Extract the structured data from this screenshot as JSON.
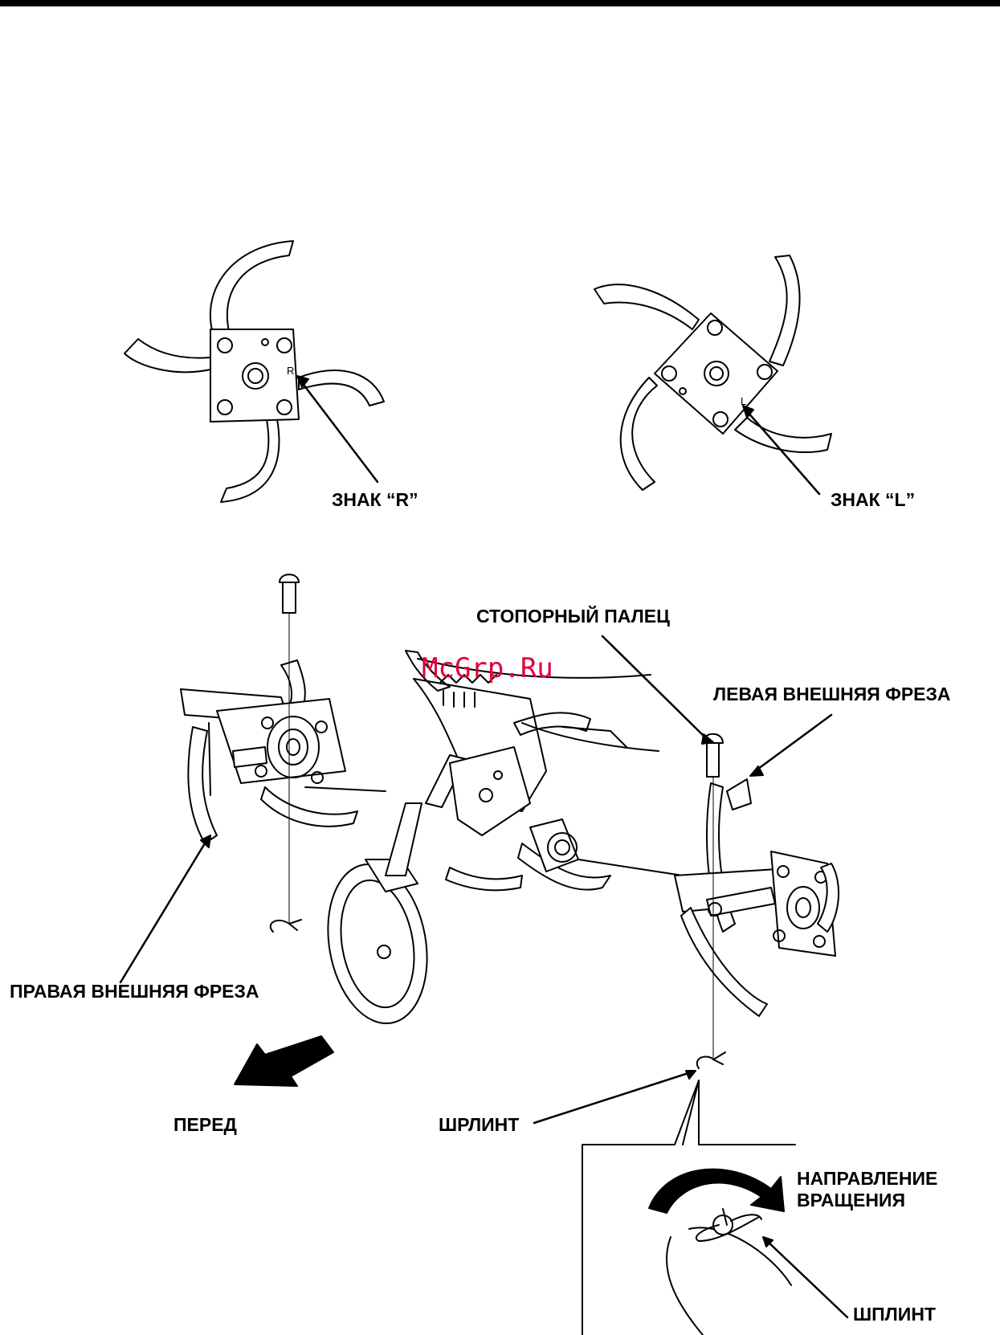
{
  "watermark": "McGrp.Ru",
  "labels": {
    "mark_r": "ЗНАК “R”",
    "mark_l": "ЗНАК “L”",
    "stop_pin": "СТОПОРНЫЙ ПАЛЕЦ",
    "left_outer_tine": "ЛЕВАЯ ВНЕШНЯЯ ФРЕЗА",
    "right_outer_tine": "ПРАВАЯ ВНЕШНЯЯ ФРЕЗА",
    "front": "ПЕРЕД",
    "cotter_pin_main": "ШРЛИНТ",
    "rotation_line1": "НАПРАВЛЕНИЕ",
    "rotation_line2": "ВРАЩЕНИЯ",
    "cotter_pin_detail": "ШПЛИНТ"
  },
  "plate_letters": {
    "r": "R",
    "l": "L"
  },
  "colors": {
    "ink": "#000000",
    "watermark": "#e0003c"
  }
}
